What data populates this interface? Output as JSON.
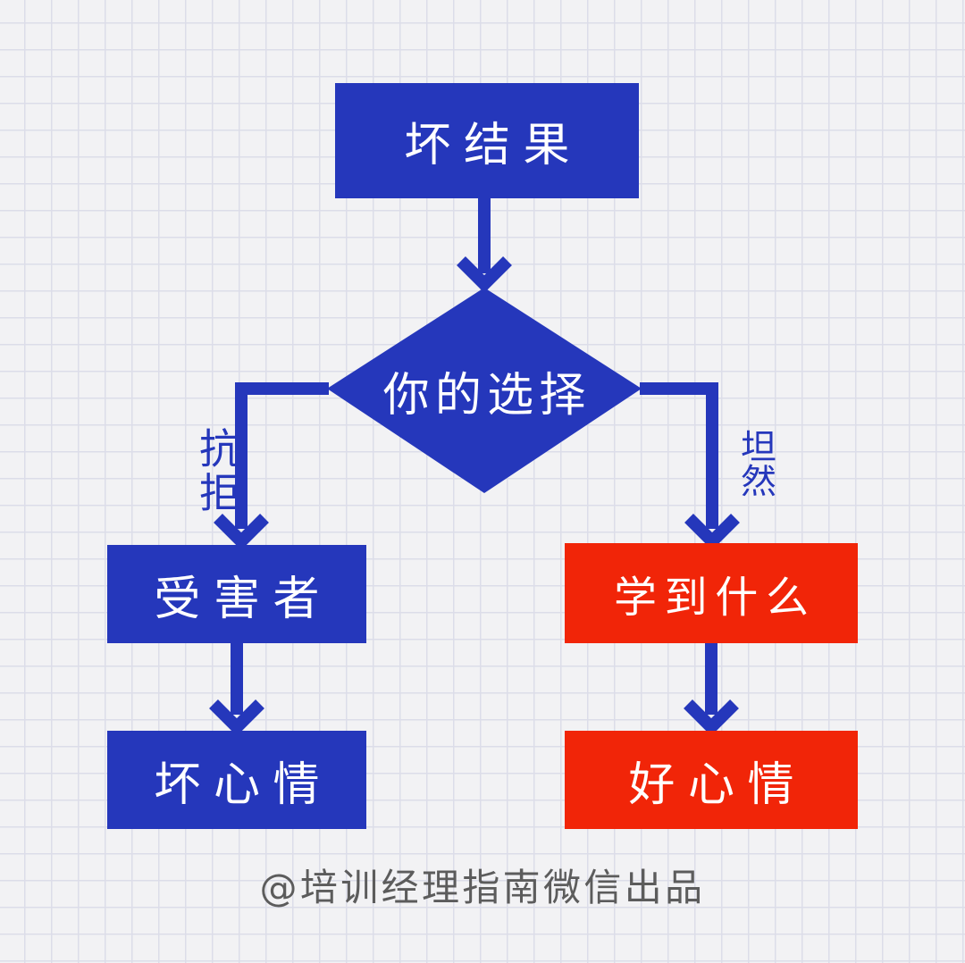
{
  "colors": {
    "blue": "#2537bb",
    "red": "#f12508",
    "bg": "#f2f2f4",
    "grid": "#dcdde9",
    "node-text": "#ffffff",
    "footer": "#5c5c5c"
  },
  "diagram": {
    "type": "flowchart",
    "nodes": {
      "bad_result": {
        "label": "坏结果",
        "shape": "rect",
        "color": "blue"
      },
      "choice": {
        "label": "你的选择",
        "shape": "diamond",
        "color": "blue"
      },
      "victim": {
        "label": "受害者",
        "shape": "rect",
        "color": "blue"
      },
      "bad_mood": {
        "label": "坏心情",
        "shape": "rect",
        "color": "blue"
      },
      "learn": {
        "label": "学到什么",
        "shape": "rect",
        "color": "red"
      },
      "good_mood": {
        "label": "好心情",
        "shape": "rect",
        "color": "red"
      }
    },
    "edges": {
      "result_to_choice": {
        "from": "bad_result",
        "to": "choice",
        "label": ""
      },
      "resist": {
        "from": "choice",
        "to": "victim",
        "label": "抗拒"
      },
      "accept": {
        "from": "choice",
        "to": "learn",
        "label": "坦然"
      },
      "victim_to_mood": {
        "from": "victim",
        "to": "bad_mood",
        "label": ""
      },
      "learn_to_mood": {
        "from": "learn",
        "to": "good_mood",
        "label": ""
      }
    }
  },
  "footer": {
    "credit": "@培训经理指南微信出品"
  }
}
